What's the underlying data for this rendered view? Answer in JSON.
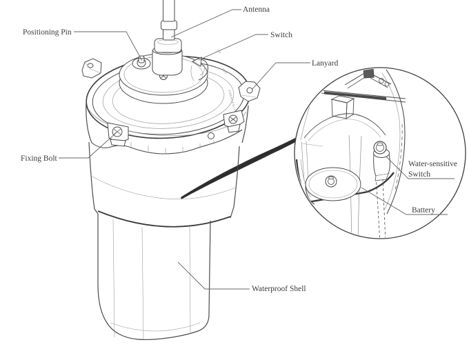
{
  "diagram": {
    "description": "Technical line drawing of a waterproof emergency beacon with callout labels and a magnified cutaway detail circle",
    "background_color": "#ffffff",
    "line_color": "#4a4a4a",
    "light_line_color": "#9a9a9a",
    "label_color": "#3a3a3a",
    "parts": [
      {
        "id": "antenna",
        "label": "Antenna"
      },
      {
        "id": "positioning-pin",
        "label": "Positioning Pin"
      },
      {
        "id": "switch",
        "label": "Switch"
      },
      {
        "id": "lanyard",
        "label": "Lanyard"
      },
      {
        "id": "fixing-bolt",
        "label": "Fixing Bolt"
      },
      {
        "id": "water-sensitive-switch",
        "label": "Water-sensitive Switch",
        "lines": [
          "Water-sensitive",
          "Switch"
        ]
      },
      {
        "id": "battery",
        "label": "Battery"
      },
      {
        "id": "waterproof-shell",
        "label": "Waterproof Shell"
      }
    ],
    "engraved_text": {
      "on": "ON",
      "off": "OFF",
      "emergency": "EMERGENCY"
    }
  }
}
